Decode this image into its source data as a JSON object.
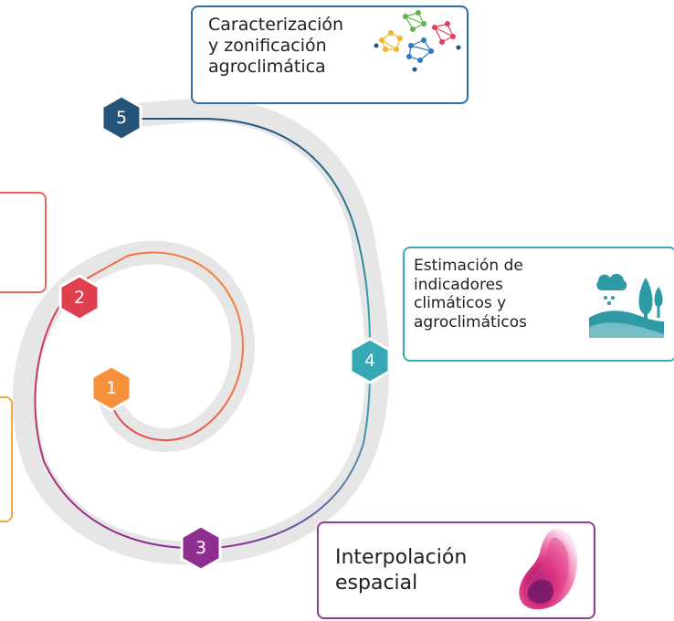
{
  "colors": {
    "track": "#e6e6e6",
    "step1": "#f7903a",
    "step2": "#e0404e",
    "step3": "#8e2e8e",
    "step4": "#36a8b4",
    "step5": "#24547a",
    "box_left_top": "#e5675d",
    "box_left_bottom": "#f3a73b",
    "box_interpolacion": "#8e3c96",
    "box_estimacion": "#3aaab5",
    "box_caracterizacion": "#2e6fa6"
  },
  "steps": [
    {
      "number": "1"
    },
    {
      "number": "2"
    },
    {
      "number": "3"
    },
    {
      "number": "4"
    },
    {
      "number": "5"
    }
  ],
  "boxes": {
    "caracterizacion": {
      "lines": [
        "Caracterización",
        "y zonificación",
        "agroclimática"
      ],
      "icon": "network-graph-icon"
    },
    "estimacion": {
      "lines": [
        "Estimación de",
        "indicadores",
        "climáticos y",
        "agroclimáticos"
      ],
      "icon": "rain-landscape-trees-icon"
    },
    "interpolacion": {
      "lines": [
        "Interpolación",
        "espacial"
      ],
      "icon": "gradient-blob-icon"
    }
  }
}
